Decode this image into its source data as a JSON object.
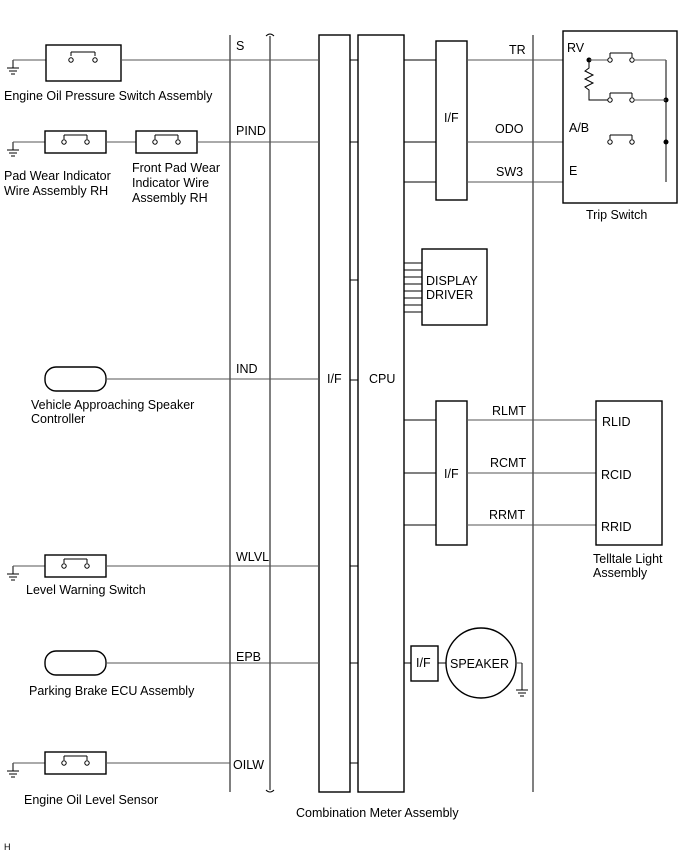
{
  "components": {
    "engine_oil_pressure_switch": "Engine Oil Pressure Switch Assembly",
    "pad_wear_rh_line1": "Pad Wear Indicator",
    "pad_wear_rh_line2": "Wire Assembly RH",
    "front_pad_wear_line1": "Front Pad Wear",
    "front_pad_wear_line2": "Indicator Wire",
    "front_pad_wear_line3": "Assembly RH",
    "vehicle_approaching_line1": "Vehicle Approaching Speaker",
    "vehicle_approaching_line2": "Controller",
    "level_warning_switch": "Level Warning Switch",
    "parking_brake_ecu": "Parking Brake ECU Assembly",
    "engine_oil_level_sensor": "Engine Oil Level Sensor",
    "combination_meter": "Combination Meter Assembly",
    "trip_switch": "Trip Switch",
    "telltale_line1": "Telltale Light",
    "telltale_line2": "Assembly"
  },
  "terminals": {
    "s": "S",
    "pind": "PIND",
    "ind": "IND",
    "wlvl": "WLVL",
    "epb": "EPB",
    "oilw": "OILW",
    "tr": "TR",
    "odo": "ODO",
    "sw3": "SW3",
    "rlmt": "RLMT",
    "rcmt": "RCMT",
    "rrmt": "RRMT",
    "rv": "RV",
    "ab": "A/B",
    "e": "E",
    "rlid": "RLID",
    "rcid": "RCID",
    "rrid": "RRID"
  },
  "blocks": {
    "if_left": "I/F",
    "cpu": "CPU",
    "if_trip": "I/F",
    "display_driver_line1": "DISPLAY",
    "display_driver_line2": "DRIVER",
    "if_telltale": "I/F",
    "if_speaker": "I/F",
    "speaker": "SPEAKER"
  },
  "footer_code": "H"
}
